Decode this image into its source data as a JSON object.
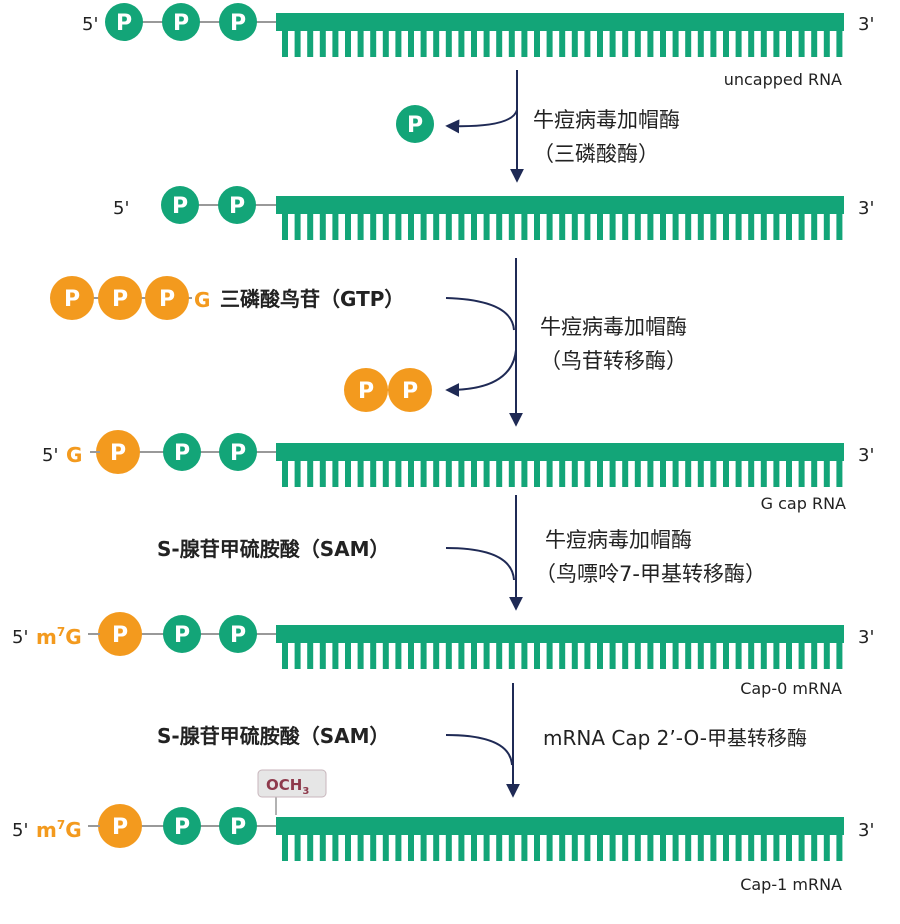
{
  "colors": {
    "strand": "#13a578",
    "phosphate_green": "#13a578",
    "phosphate_orange": "#f39a1e",
    "arrow": "#1f2a55",
    "link": "#999999",
    "text": "#222222",
    "methyl_box": "#e6e6e6",
    "methyl_text": "#8e3a4c"
  },
  "phosphate_letter": "P",
  "end5": "5'",
  "end3": "3'",
  "g_letter": "G",
  "m7g": {
    "m": "m",
    "sup": "7",
    "g": "G"
  },
  "och3": {
    "base": "OCH",
    "sub": "3"
  },
  "rna_labels": {
    "r1": "uncapped RNA",
    "r3": "G cap RNA",
    "r4": "Cap-0 mRNA",
    "r5": "Cap-1 mRNA"
  },
  "steps": {
    "s1": {
      "enzyme": "牛痘病毒加帽酶",
      "activity": "（三磷酸酶）"
    },
    "s2": {
      "substrate": "三磷酸鸟苷（GTP）",
      "enzyme": "牛痘病毒加帽酶",
      "activity": "（鸟苷转移酶）"
    },
    "s3": {
      "substrate": "S-腺苷甲硫胺酸（SAM）",
      "enzyme": "牛痘病毒加帽酶",
      "activity": "（鸟嘌呤7-甲基转移酶）"
    },
    "s4": {
      "substrate": "S-腺苷甲硫胺酸（SAM）",
      "enzyme": "mRNA Cap 2’-O-甲基转移酶"
    }
  }
}
